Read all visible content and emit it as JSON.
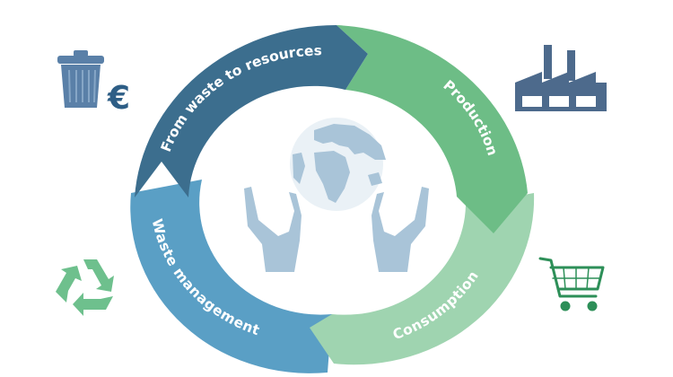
{
  "cycle": {
    "segments": [
      {
        "id": "waste-to-resources",
        "label": "From waste to resources",
        "color": "#3c6e8e"
      },
      {
        "id": "production",
        "label": "Production",
        "color": "#6dbd86"
      },
      {
        "id": "consumption",
        "label": "Consumption",
        "color": "#9fd4b0"
      },
      {
        "id": "waste-management",
        "label": "Waste management",
        "color": "#5a9fc5"
      }
    ]
  },
  "icons": {
    "trash_can": "trash-can-icon",
    "currency": "€",
    "factory": "factory-icon",
    "cart": "shopping-cart-icon",
    "recycle": "recycle-icon",
    "center": "globe-in-hands-icon"
  },
  "colors": {
    "center_blue": "#a9c4d8",
    "trash_blue": "#5a80a8",
    "recycle_green": "#6ec08d"
  }
}
